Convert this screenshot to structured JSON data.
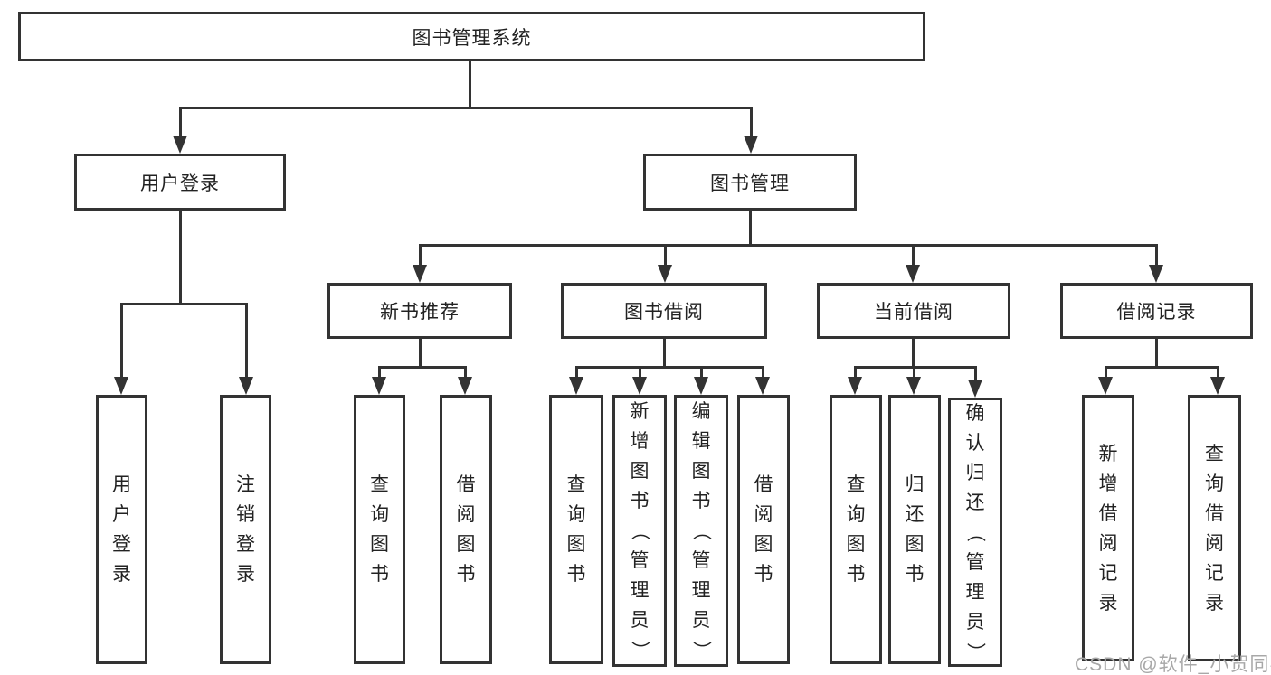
{
  "diagram_title": "图书管理系统",
  "colors": {
    "line": "#333333",
    "box_border": "#333333",
    "box_fill": "#ffffff",
    "text": "#222222",
    "watermark": "#a8a8a8",
    "background": "#ffffff"
  },
  "tree": {
    "label": "图书管理系统",
    "children": [
      {
        "label": "用户登录",
        "children": [
          {
            "label": "用户登录"
          },
          {
            "label": "注销登录"
          }
        ]
      },
      {
        "label": "图书管理",
        "children": [
          {
            "label": "新书推荐",
            "children": [
              {
                "label": "查询图书"
              },
              {
                "label": "借阅图书"
              }
            ]
          },
          {
            "label": "图书借阅",
            "children": [
              {
                "label": "查询图书"
              },
              {
                "label": "新增图书（管理员）"
              },
              {
                "label": "编辑图书（管理员）"
              },
              {
                "label": "借阅图书"
              }
            ]
          },
          {
            "label": "当前借阅",
            "children": [
              {
                "label": "查询图书"
              },
              {
                "label": "归还图书"
              },
              {
                "label": "确认归还（管理员）"
              }
            ]
          },
          {
            "label": "借阅记录",
            "children": [
              {
                "label": "新增借阅记录"
              },
              {
                "label": "查询借阅记录"
              }
            ]
          }
        ]
      }
    ]
  },
  "watermark": "CSDN @软件_小贺同学"
}
